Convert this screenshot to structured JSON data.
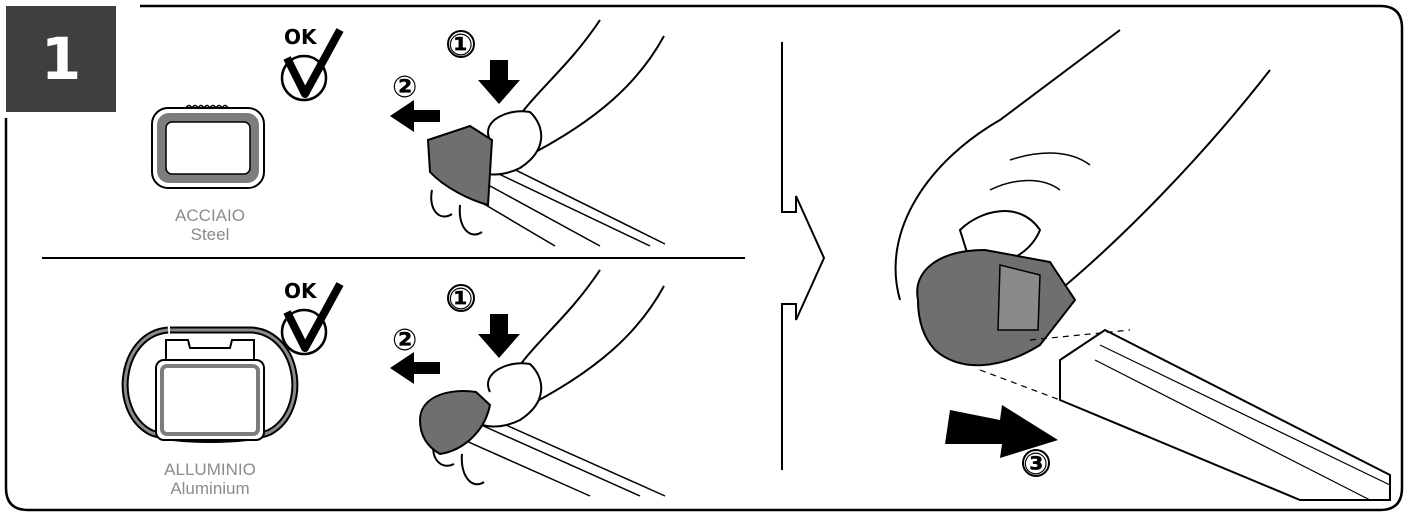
{
  "step_number": "1",
  "panel_steel": {
    "ok_label": "OK",
    "material_it": "ACCIAIO",
    "material_en": "Steel",
    "callouts": [
      "①",
      "②"
    ]
  },
  "panel_aluminium": {
    "ok_label": "OK",
    "material_it": "ALLUMINIO",
    "material_en": "Aluminium",
    "callouts": [
      "①",
      "②"
    ]
  },
  "panel_insert": {
    "callouts": [
      "③"
    ]
  },
  "colors": {
    "step_badge": "#3f3f3f",
    "cap_part": "#6f6f6f",
    "caption_text": "#8c8c8c",
    "line": "#000000"
  }
}
